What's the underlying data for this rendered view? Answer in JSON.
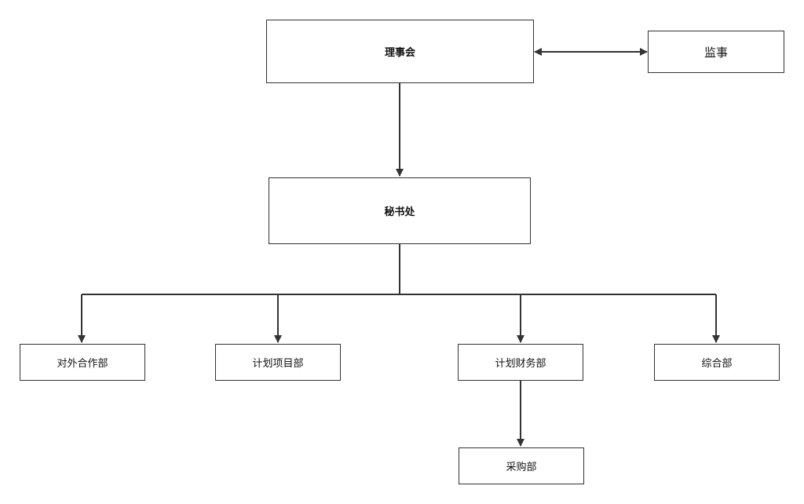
{
  "diagram": {
    "nodes": {
      "council": "理事会",
      "supervisor": "监事",
      "secretariat": "秘书处",
      "external_cooperation": "对外合作部",
      "planning_projects": "计划项目部",
      "planning_finance": "计划财务部",
      "general_affairs": "综合部",
      "procurement": "采购部"
    },
    "colors": {
      "line": "#333333",
      "node_border": "#333333",
      "text": "#111111",
      "background": "#ffffff"
    }
  }
}
